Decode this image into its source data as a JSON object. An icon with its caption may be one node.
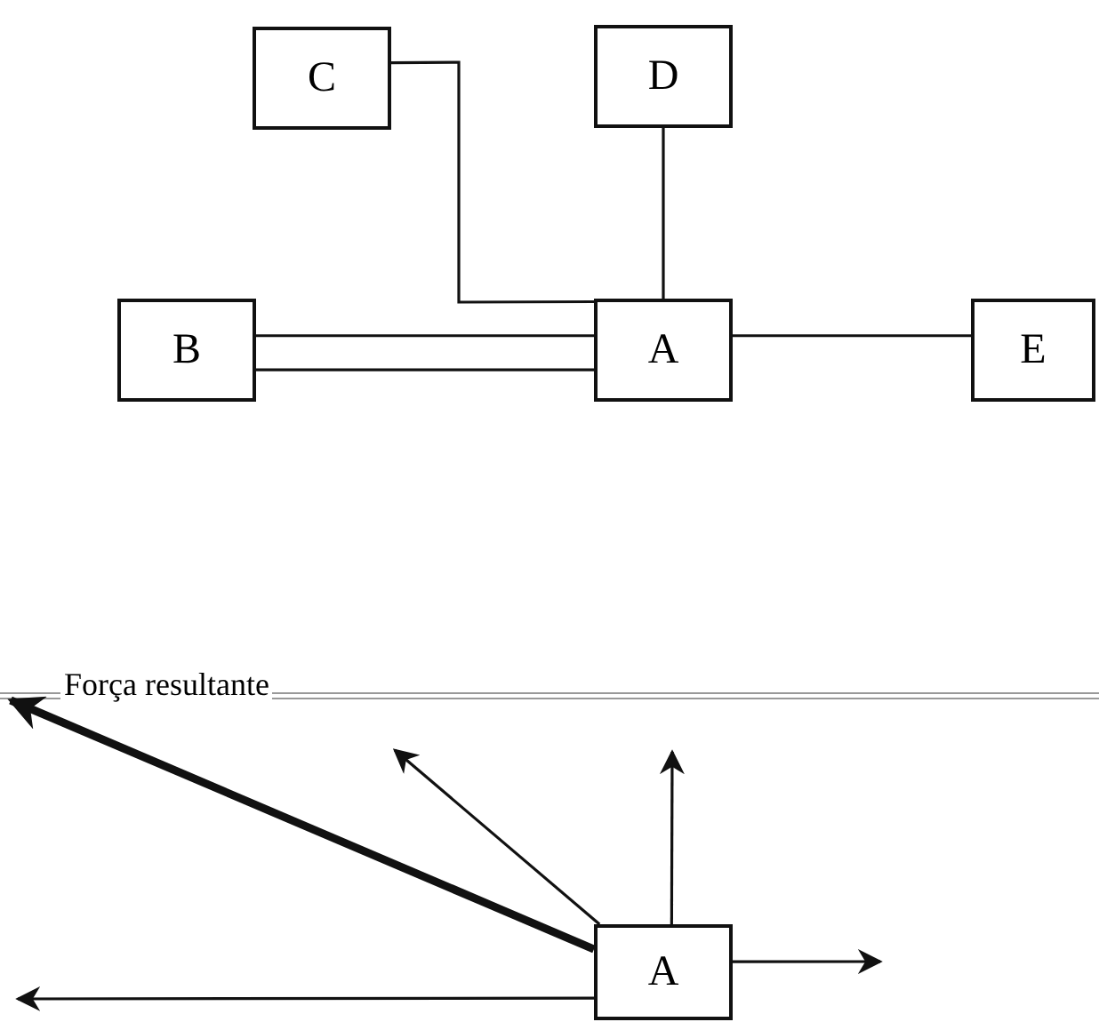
{
  "diagram": {
    "nodes": [
      {
        "text": [
          "C"
        ]
      },
      {
        "text": [
          "D"
        ]
      },
      {
        "text": [
          "B"
        ]
      },
      {
        "text": [
          "A"
        ]
      },
      {
        "text": [
          "E"
        ]
      },
      {
        "text": [
          "A"
        ]
      }
    ],
    "edges": [
      {
        "from": 0,
        "to": 3,
        "arrow": "none"
      },
      {
        "from": 1,
        "to": 3,
        "arrow": "none"
      },
      {
        "from": 2,
        "to": 3,
        "arrow": "none"
      },
      {
        "from": 2,
        "to": 3,
        "arrow": "none"
      },
      {
        "from": 3,
        "to": 4,
        "arrow": "none"
      },
      {
        "from": 5,
        "to": null,
        "arrow": "to",
        "style": "thick"
      },
      {
        "from": 5,
        "to": null,
        "arrow": "to"
      },
      {
        "from": 5,
        "to": null,
        "arrow": "to"
      },
      {
        "from": 5,
        "to": null,
        "arrow": "to"
      },
      {
        "from": 5,
        "to": null,
        "arrow": "to"
      }
    ],
    "labels": [
      "Força resultante"
    ]
  }
}
